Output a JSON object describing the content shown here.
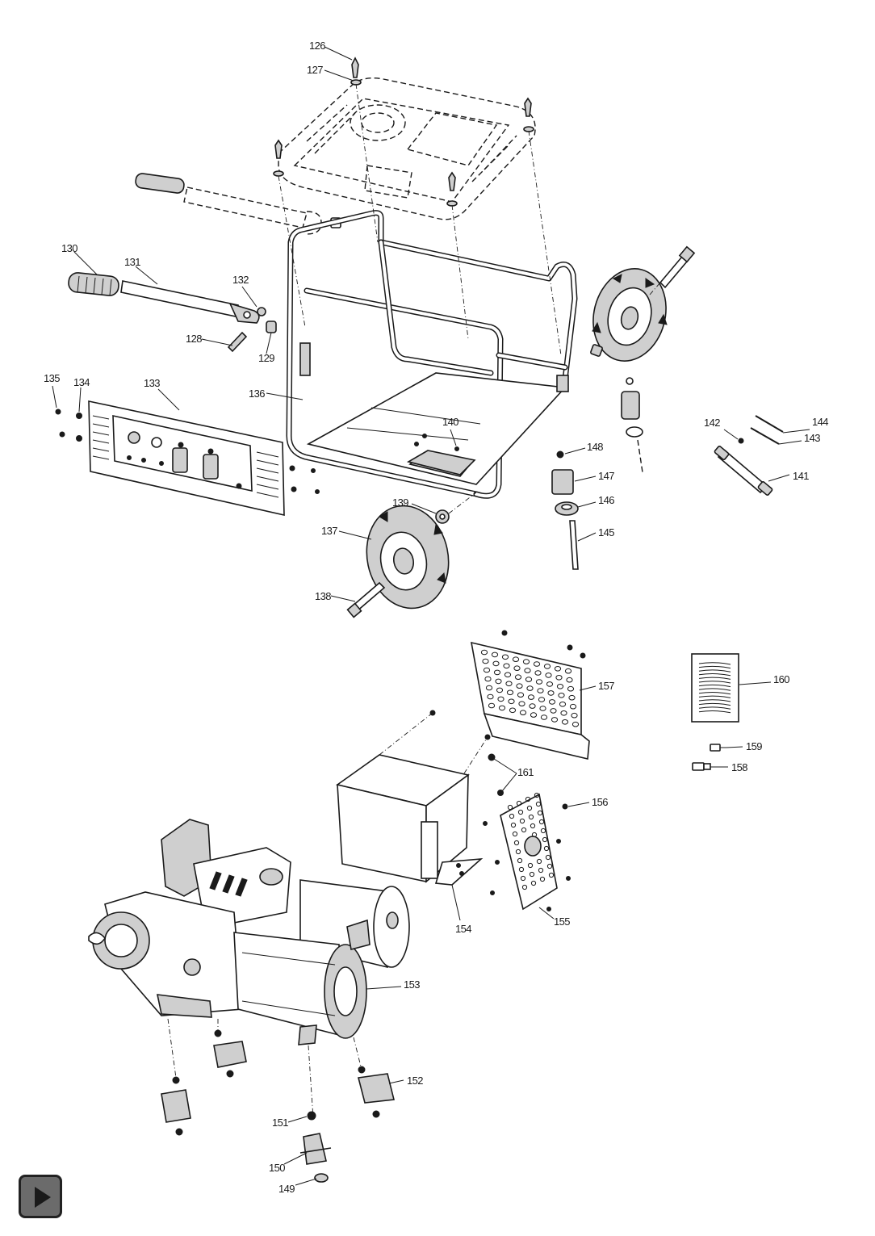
{
  "callouts": {
    "c126": "126",
    "c127": "127",
    "c128": "128",
    "c129": "129",
    "c130": "130",
    "c131": "131",
    "c132": "132",
    "c133": "133",
    "c134": "134",
    "c135": "135",
    "c136": "136",
    "c137": "137",
    "c138": "138",
    "c139": "139",
    "c140": "140",
    "c141": "141",
    "c142": "142",
    "c143": "143",
    "c144": "144",
    "c145": "145",
    "c146": "146",
    "c147": "147",
    "c148": "148",
    "c149": "149",
    "c150": "150",
    "c151": "151",
    "c152": "152",
    "c153": "153",
    "c154": "154",
    "c155": "155",
    "c156": "156",
    "c157": "157",
    "c158": "158",
    "c159": "159",
    "c160": "160",
    "c161": "161"
  },
  "icons": {
    "next": "play-icon"
  },
  "colors": {
    "ink": "#1a1a1a",
    "button": "#6b6b6b"
  }
}
